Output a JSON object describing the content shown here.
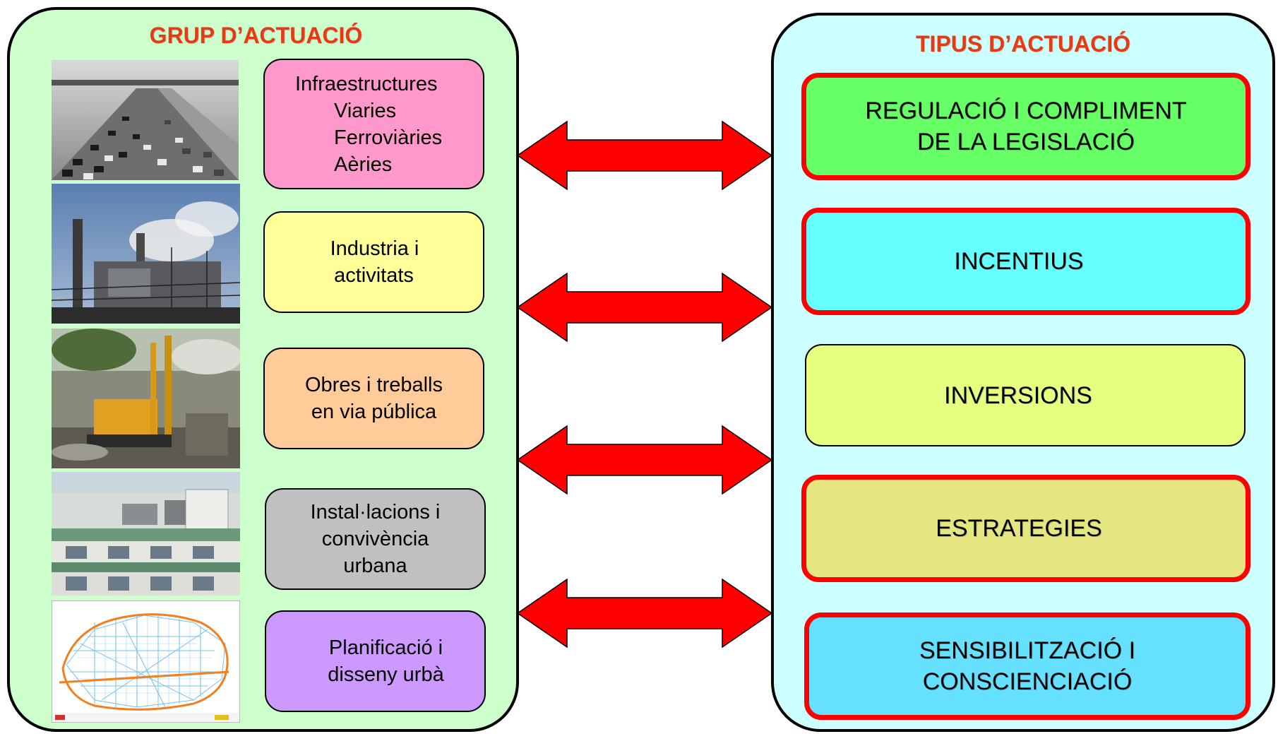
{
  "left_panel": {
    "title": "GRUP D’ACTUACIÓ",
    "groups": [
      {
        "lines": [
          "Infraestructures",
          "Viaries",
          "Ferroviàries",
          "Aèries"
        ],
        "color": "#ff99cc",
        "photo": "highway-traffic-photo"
      },
      {
        "lines": [
          "Industria i",
          "activitats"
        ],
        "color": "#ffff99",
        "photo": "industrial-plant-photo"
      },
      {
        "lines": [
          "Obres i treballs",
          "en via pública"
        ],
        "color": "#ffcc99",
        "photo": "construction-site-photo"
      },
      {
        "lines": [
          "Instal·lacions i",
          "convivència",
          "urbana"
        ],
        "color": "#c0c0c0",
        "photo": "rooftop-installations-photo"
      },
      {
        "lines": [
          "Planificació i",
          "disseny urbà"
        ],
        "color": "#cc99ff",
        "photo": "city-street-map"
      }
    ]
  },
  "right_panel": {
    "title": "TIPUS D’ACTUACIÓ",
    "types": [
      {
        "lines": [
          "REGULACIÓ I COMPLIMENT",
          "DE LA LEGISLACIÓ"
        ],
        "color": "#66ff66",
        "highlighted": true
      },
      {
        "lines": [
          "INCENTIUS"
        ],
        "color": "#66ffff",
        "highlighted": true
      },
      {
        "lines": [
          "INVERSIONS"
        ],
        "color": "#e6ff80",
        "highlighted": false
      },
      {
        "lines": [
          "ESTRATEGIES"
        ],
        "color": "#e6e680",
        "highlighted": true
      },
      {
        "lines": [
          "SENSIBILITZACIÓ I",
          "CONSCIENCIACIÓ"
        ],
        "color": "#66e0ff",
        "highlighted": true
      }
    ]
  },
  "connector_color": "#ff0000",
  "connector_count": 4
}
